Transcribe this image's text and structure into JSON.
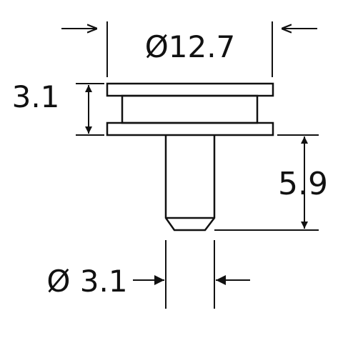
{
  "dimensions": {
    "top_diameter": "Ø12.7",
    "flange_height": "3.1",
    "pin_length": "5.9",
    "pin_diameter": "Ø 3.1"
  },
  "colors": {
    "line": "#111111",
    "background": "#ffffff"
  }
}
